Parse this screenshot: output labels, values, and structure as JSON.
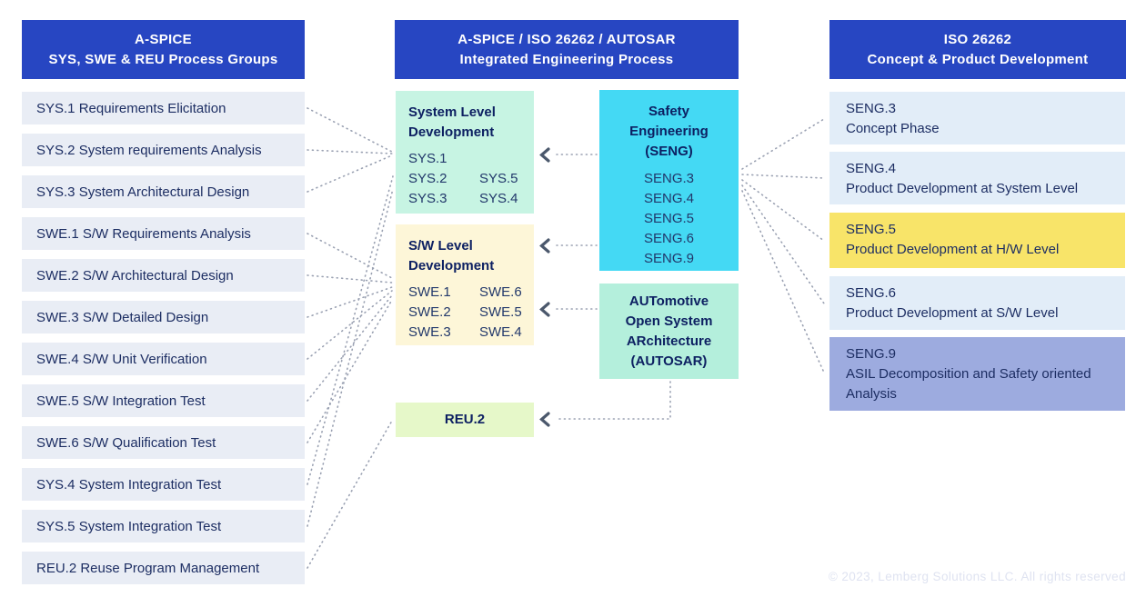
{
  "icons": {
    "chevron_left": "❮"
  },
  "colors": {
    "header_blue": "#2746c2",
    "left_item_bg": "#e9edf5",
    "navy_text": "#1d2e63",
    "mint_system": "#c7f4e3",
    "cyan_safety": "#44d9f4",
    "cream_sw": "#fdf6d8",
    "green_reu": "#e6f8c9",
    "mint_autosar": "#b4efdc",
    "light_blue_item": "#e2edf8",
    "yellow_item": "#f8e469",
    "periwinkle_item": "#9dabdf",
    "dotted_line": "#9aa1b2"
  },
  "left": {
    "header": {
      "line1": "A-SPICE",
      "line2": "SYS, SWE & REU Process Groups"
    },
    "items": [
      "SYS.1 Requirements Elicitation",
      "SYS.2 System requirements Analysis",
      "SYS.3 System Architectural Design",
      "SWE.1 S/W Requirements Analysis",
      "SWE.2 S/W Architectural Design",
      "SWE.3 S/W Detailed Design",
      "SWE.4 S/W Unit Verification",
      "SWE.5 S/W Integration Test",
      "SWE.6 S/W Qualification Test",
      "SYS.4 System Integration Test",
      "SYS.5 System Integration Test",
      "REU.2 Reuse Program Management"
    ]
  },
  "center": {
    "header": {
      "line1": "A-SPICE / ISO 26262 / AUTOSAR",
      "line2": "Integrated Engineering Process"
    },
    "system": {
      "title": "System Level Development",
      "cells": [
        "SYS.1",
        "",
        "SYS.2",
        "SYS.5",
        "SYS.3",
        "SYS.4"
      ]
    },
    "sw": {
      "title": "S/W Level Development",
      "cells": [
        "SWE.1",
        "SWE.6",
        "SWE.2",
        "SWE.5",
        "SWE.3",
        "SWE.4"
      ]
    },
    "reu": {
      "title": "REU.2"
    },
    "safety": {
      "title": "Safety Engineering (SENG)",
      "items": [
        "SENG.3",
        "SENG.4",
        "SENG.5",
        "SENG.6",
        "SENG.9"
      ]
    },
    "autosar": {
      "title": "AUTomotive Open System ARchitecture (AUTOSAR)"
    }
  },
  "right": {
    "header": {
      "line1": "ISO 26262",
      "line2": "Concept & Product Development"
    },
    "items": [
      {
        "code": "SENG.3",
        "label": "Concept Phase"
      },
      {
        "code": "SENG.4",
        "label": "Product Development at System Level"
      },
      {
        "code": "SENG.5",
        "label": "Product Development at H/W Level"
      },
      {
        "code": "SENG.6",
        "label": "Product Development at S/W Level"
      },
      {
        "code": "SENG.9",
        "label": "ASIL Decomposition and Safety oriented Analysis"
      }
    ]
  },
  "footer": {
    "copyright": "© 2023, Lemberg Solutions LLC. All rights reserved"
  }
}
